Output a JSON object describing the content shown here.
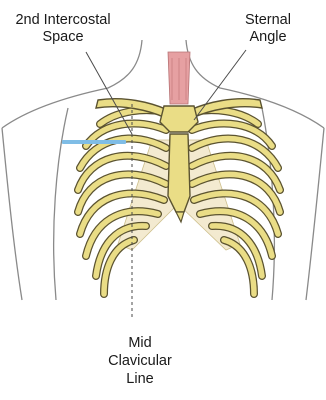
{
  "labels": {
    "intercostal": [
      "2nd Intercostal",
      "Space"
    ],
    "sternal": [
      "Sternal",
      "Angle"
    ],
    "midclavicular": [
      "Mid",
      "Clavicular",
      "Line"
    ]
  },
  "colors": {
    "bone_fill": "#eadd86",
    "bone_stroke": "#5b5330",
    "cartilage": "#f3ead0",
    "trachea": "#e6a0a2",
    "body_outline": "#8a8a8a",
    "label_text": "#1a1a1a",
    "pointer": "#4a4a4a",
    "blue_tag": "#7fbde6"
  }
}
